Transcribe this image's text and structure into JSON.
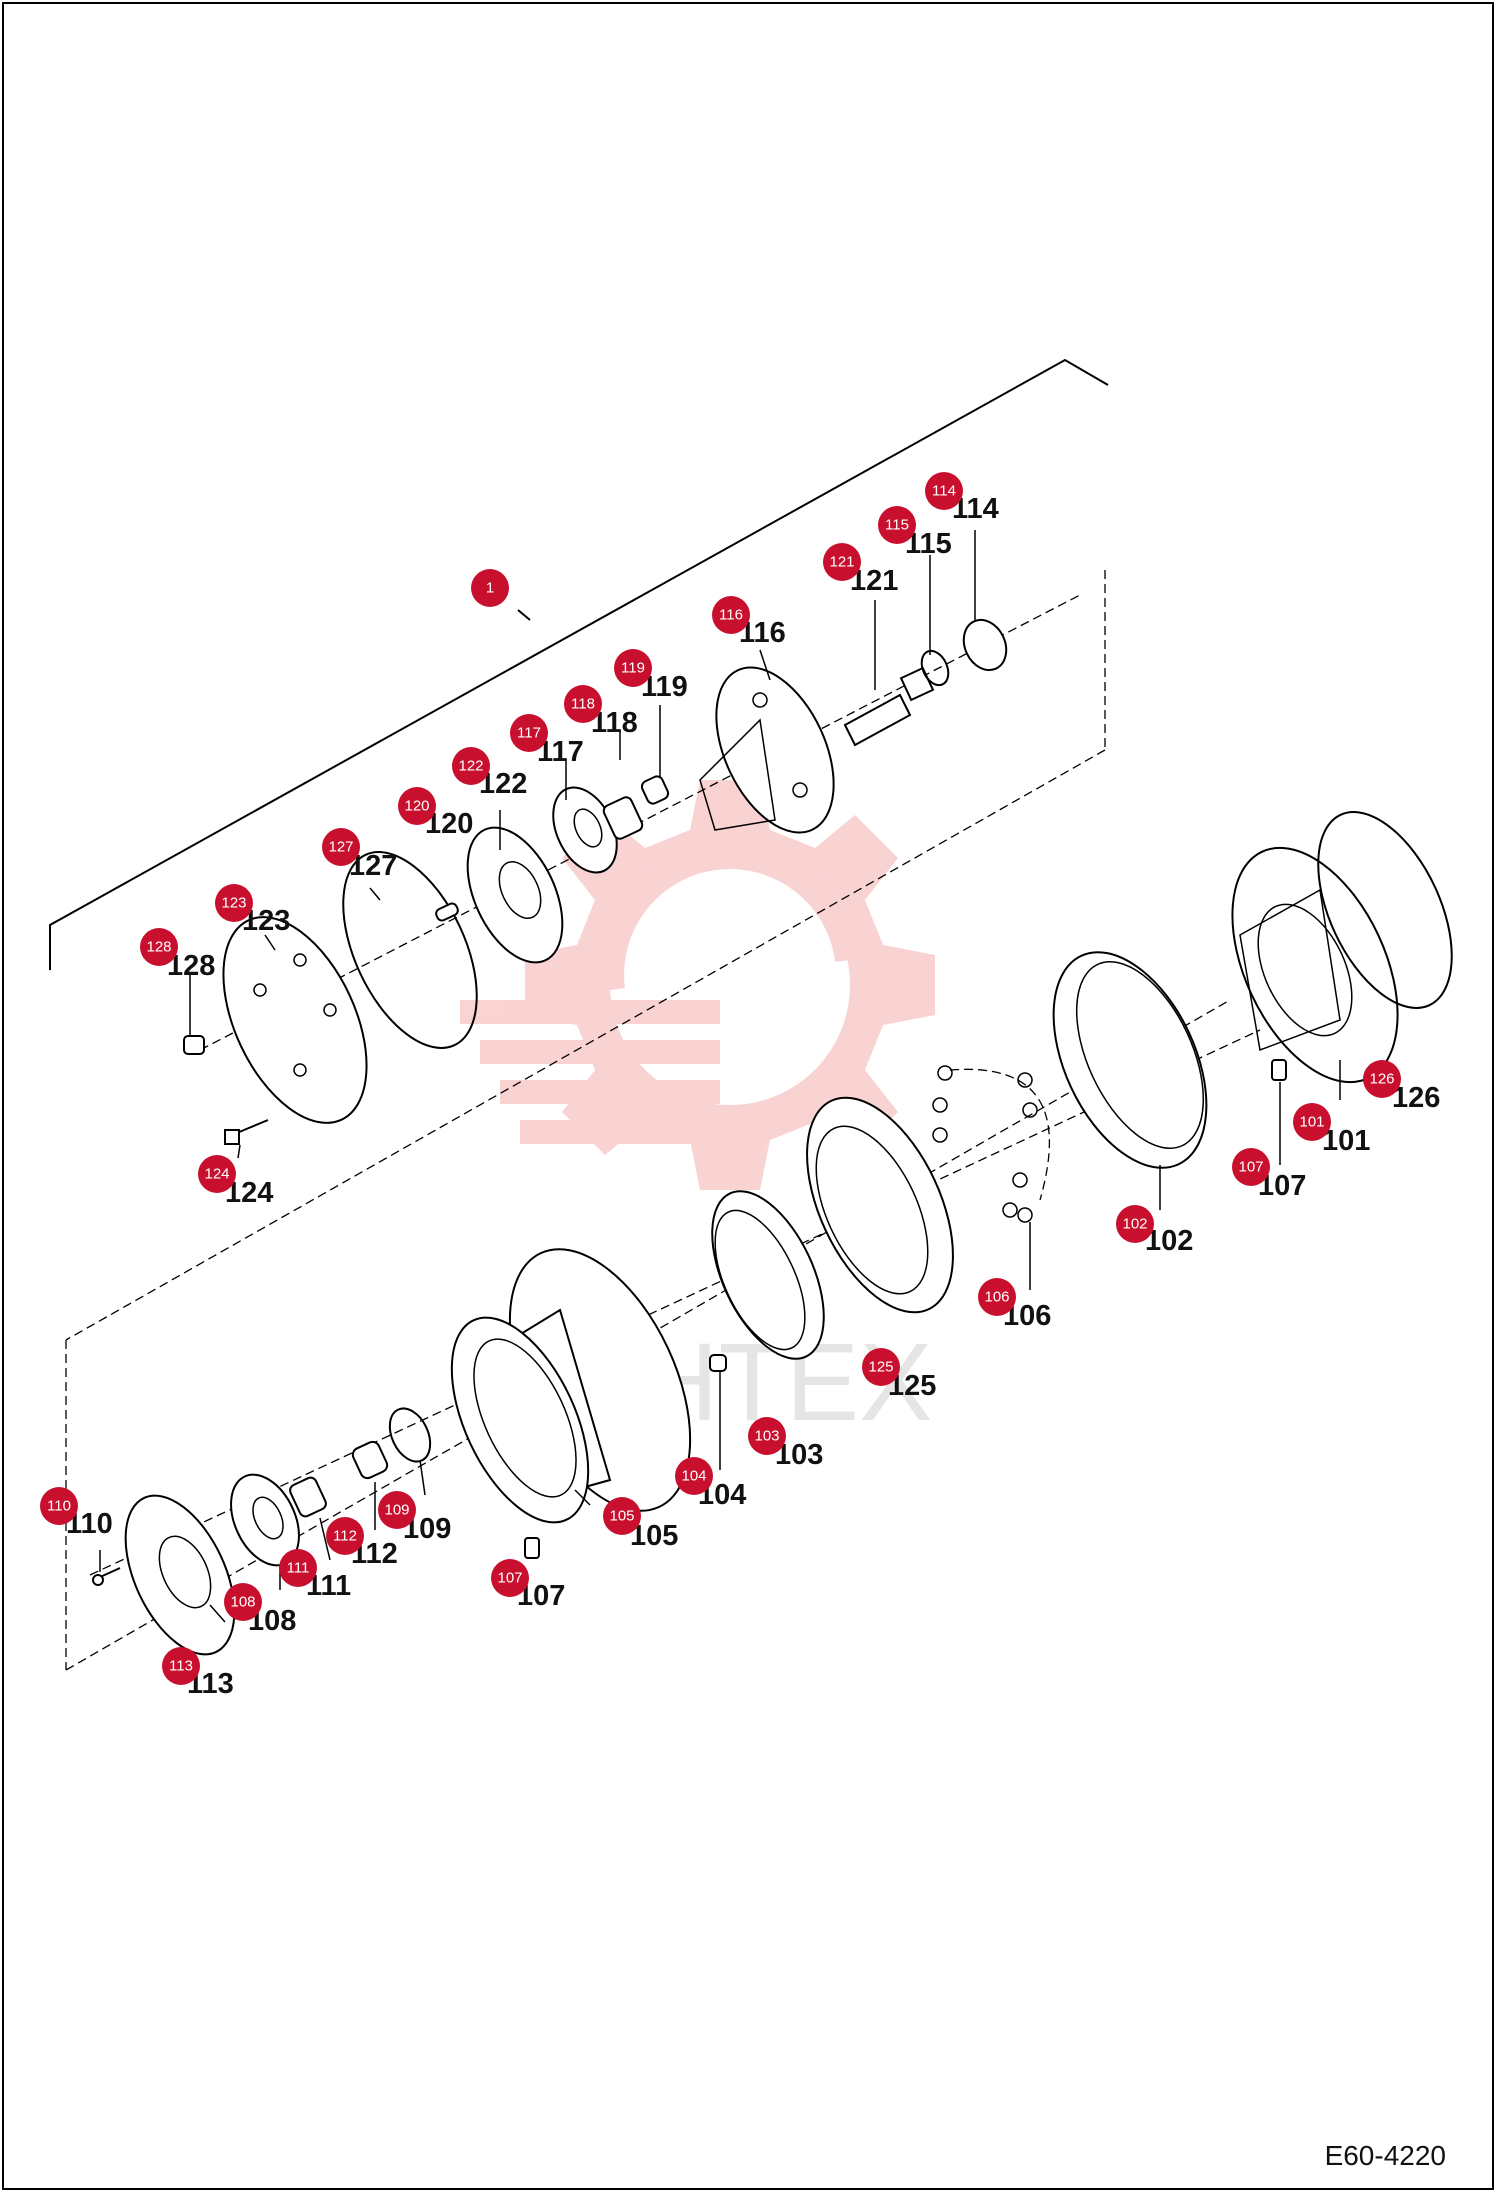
{
  "drawing": {
    "doc_code": "E60-4220",
    "watermark_text": "ИНТЕХ",
    "colors": {
      "badge": "#c8102e",
      "watermark": "#e53935",
      "line": "#000000"
    },
    "callouts": [
      {
        "id": "1",
        "label": "",
        "badge": "1"
      },
      {
        "id": "101",
        "label": "101",
        "badge": "101"
      },
      {
        "id": "102",
        "label": "102",
        "badge": "102"
      },
      {
        "id": "103",
        "label": "103",
        "badge": "103"
      },
      {
        "id": "104",
        "label": "104",
        "badge": "104"
      },
      {
        "id": "105",
        "label": "105",
        "badge": "105"
      },
      {
        "id": "106",
        "label": "106",
        "badge": "106"
      },
      {
        "id": "107a",
        "label": "107",
        "badge": "107"
      },
      {
        "id": "107b",
        "label": "107",
        "badge": "107"
      },
      {
        "id": "108",
        "label": "108",
        "badge": "108"
      },
      {
        "id": "109",
        "label": "109",
        "badge": "109"
      },
      {
        "id": "110",
        "label": "110",
        "badge": "110"
      },
      {
        "id": "111",
        "label": "111",
        "badge": "111"
      },
      {
        "id": "112",
        "label": "112",
        "badge": "112"
      },
      {
        "id": "113",
        "label": "113",
        "badge": "113"
      },
      {
        "id": "114",
        "label": "114",
        "badge": "114"
      },
      {
        "id": "115",
        "label": "115",
        "badge": "115"
      },
      {
        "id": "116",
        "label": "116",
        "badge": "116"
      },
      {
        "id": "117",
        "label": "117",
        "badge": "117"
      },
      {
        "id": "118",
        "label": "118",
        "badge": "118"
      },
      {
        "id": "119",
        "label": "119",
        "badge": "119"
      },
      {
        "id": "120",
        "label": "120",
        "badge": "120"
      },
      {
        "id": "121",
        "label": "121",
        "badge": "121"
      },
      {
        "id": "122",
        "label": "122",
        "badge": "122"
      },
      {
        "id": "123",
        "label": "123",
        "badge": "123"
      },
      {
        "id": "124",
        "label": "124",
        "badge": "124"
      },
      {
        "id": "125",
        "label": "125",
        "badge": "125"
      },
      {
        "id": "126",
        "label": "126",
        "badge": "126"
      },
      {
        "id": "127",
        "label": "127",
        "badge": "127"
      },
      {
        "id": "128",
        "label": "128",
        "badge": "128"
      }
    ]
  }
}
